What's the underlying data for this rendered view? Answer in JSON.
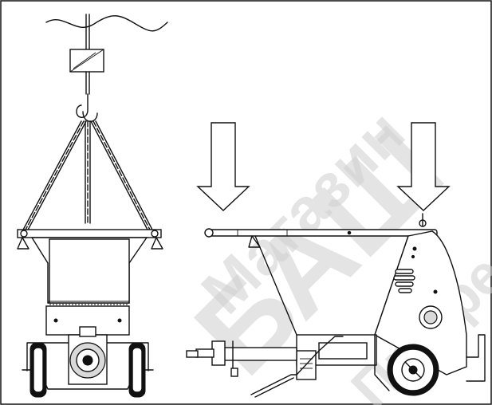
{
  "figure": {
    "watermark": {
      "line1": "Магазин",
      "line2": "БАШ",
      "line3": "Профе"
    },
    "colors": {
      "ink": "#111111",
      "paper": "#ffffff",
      "watermark": "#cfcfcf"
    },
    "icons": [
      "lift-hook-icon",
      "weight-block-icon",
      "chain-icon",
      "down-arrow-icon",
      "wheel-icon"
    ]
  }
}
